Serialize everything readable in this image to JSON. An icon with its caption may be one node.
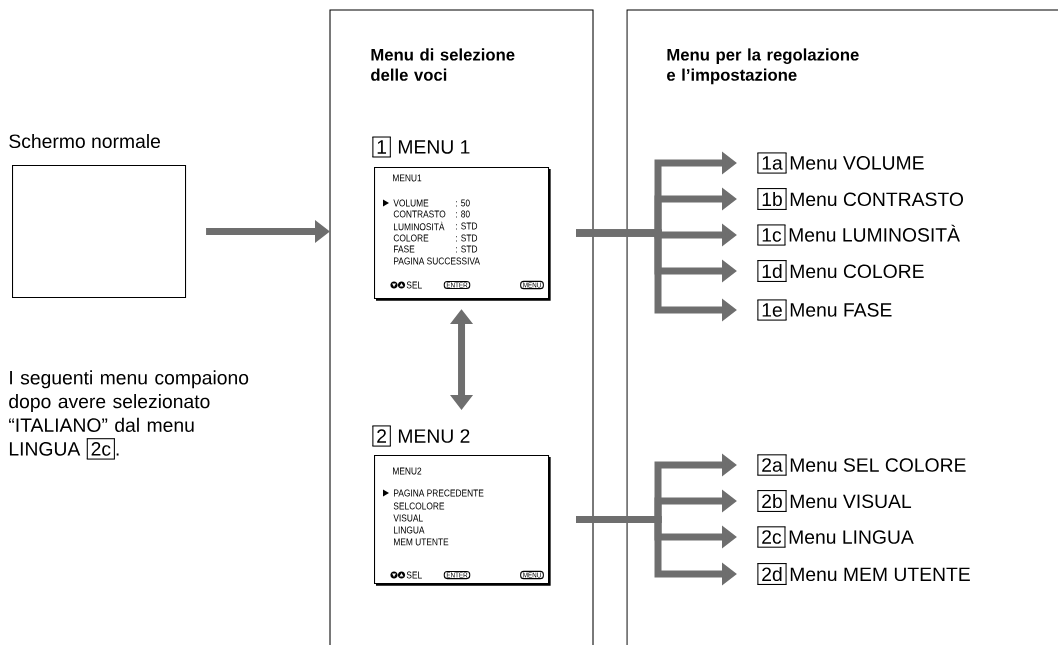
{
  "diagram": {
    "nodes": [
      {
        "text": [
          "Menu di selezione delle voci"
        ]
      },
      {
        "text": [
          "Menu per la regolazione e l’impostazione"
        ]
      },
      {
        "text": [
          "Schermo normale"
        ]
      },
      {
        "text": [
          "1",
          "MENU 1",
          "MENU1",
          "VOLUME",
          ": 50",
          "CONTRASTO",
          ": 80",
          "LUMINOSITÀ",
          ": STD",
          "COLORE",
          ": STD",
          "FASE",
          ": STD",
          "PAGINA SUCCESSIVA",
          "SEL",
          "ENTER",
          "MENU"
        ],
        "in": 0
      },
      {
        "text": [
          "2",
          "MENU 2",
          "MENU2",
          "PAGINA PRECEDENTE",
          "SELCOLORE",
          "VISUAL",
          "LINGUA",
          "MEM UTENTE",
          "SEL",
          "ENTER",
          "MENU"
        ],
        "in": 0
      },
      {
        "text": [
          "1a",
          "Menu VOLUME"
        ],
        "in": 1
      },
      {
        "text": [
          "1b",
          "Menu CONTRASTO"
        ],
        "in": 1
      },
      {
        "text": [
          "1c",
          "Menu LUMINOSITÀ"
        ],
        "in": 1
      },
      {
        "text": [
          "1d",
          "Menu COLORE"
        ],
        "in": 1
      },
      {
        "text": [
          "1e",
          "Menu FASE"
        ],
        "in": 1
      },
      {
        "text": [
          "2a",
          "Menu SEL COLORE"
        ],
        "in": 1
      },
      {
        "text": [
          "2b",
          "Menu VISUAL"
        ],
        "in": 1
      },
      {
        "text": [
          "2c",
          "Menu LINGUA"
        ],
        "in": 1
      },
      {
        "text": [
          "2d",
          "Menu MEM UTENTE"
        ],
        "in": 1
      }
    ],
    "edges": [
      {
        "from": 2,
        "to": 0,
        "arrow": "to"
      },
      {
        "from": 3,
        "to": 4,
        "arrow": "both"
      },
      {
        "from": 3,
        "to": 5,
        "arrow": "to"
      },
      {
        "from": 3,
        "to": 6,
        "arrow": "to"
      },
      {
        "from": 3,
        "to": 7,
        "arrow": "to"
      },
      {
        "from": 3,
        "to": 8,
        "arrow": "to"
      },
      {
        "from": 3,
        "to": 9,
        "arrow": "to"
      },
      {
        "from": 4,
        "to": 10,
        "arrow": "to"
      },
      {
        "from": 4,
        "to": 11,
        "arrow": "to"
      },
      {
        "from": 4,
        "to": 12,
        "arrow": "to"
      },
      {
        "from": 4,
        "to": 13,
        "arrow": "to"
      }
    ],
    "labels": [
      "I seguenti menu compaiono dopo avere selezionato “ITALIANO” dal menu LINGUA",
      "2c",
      "."
    ]
  }
}
